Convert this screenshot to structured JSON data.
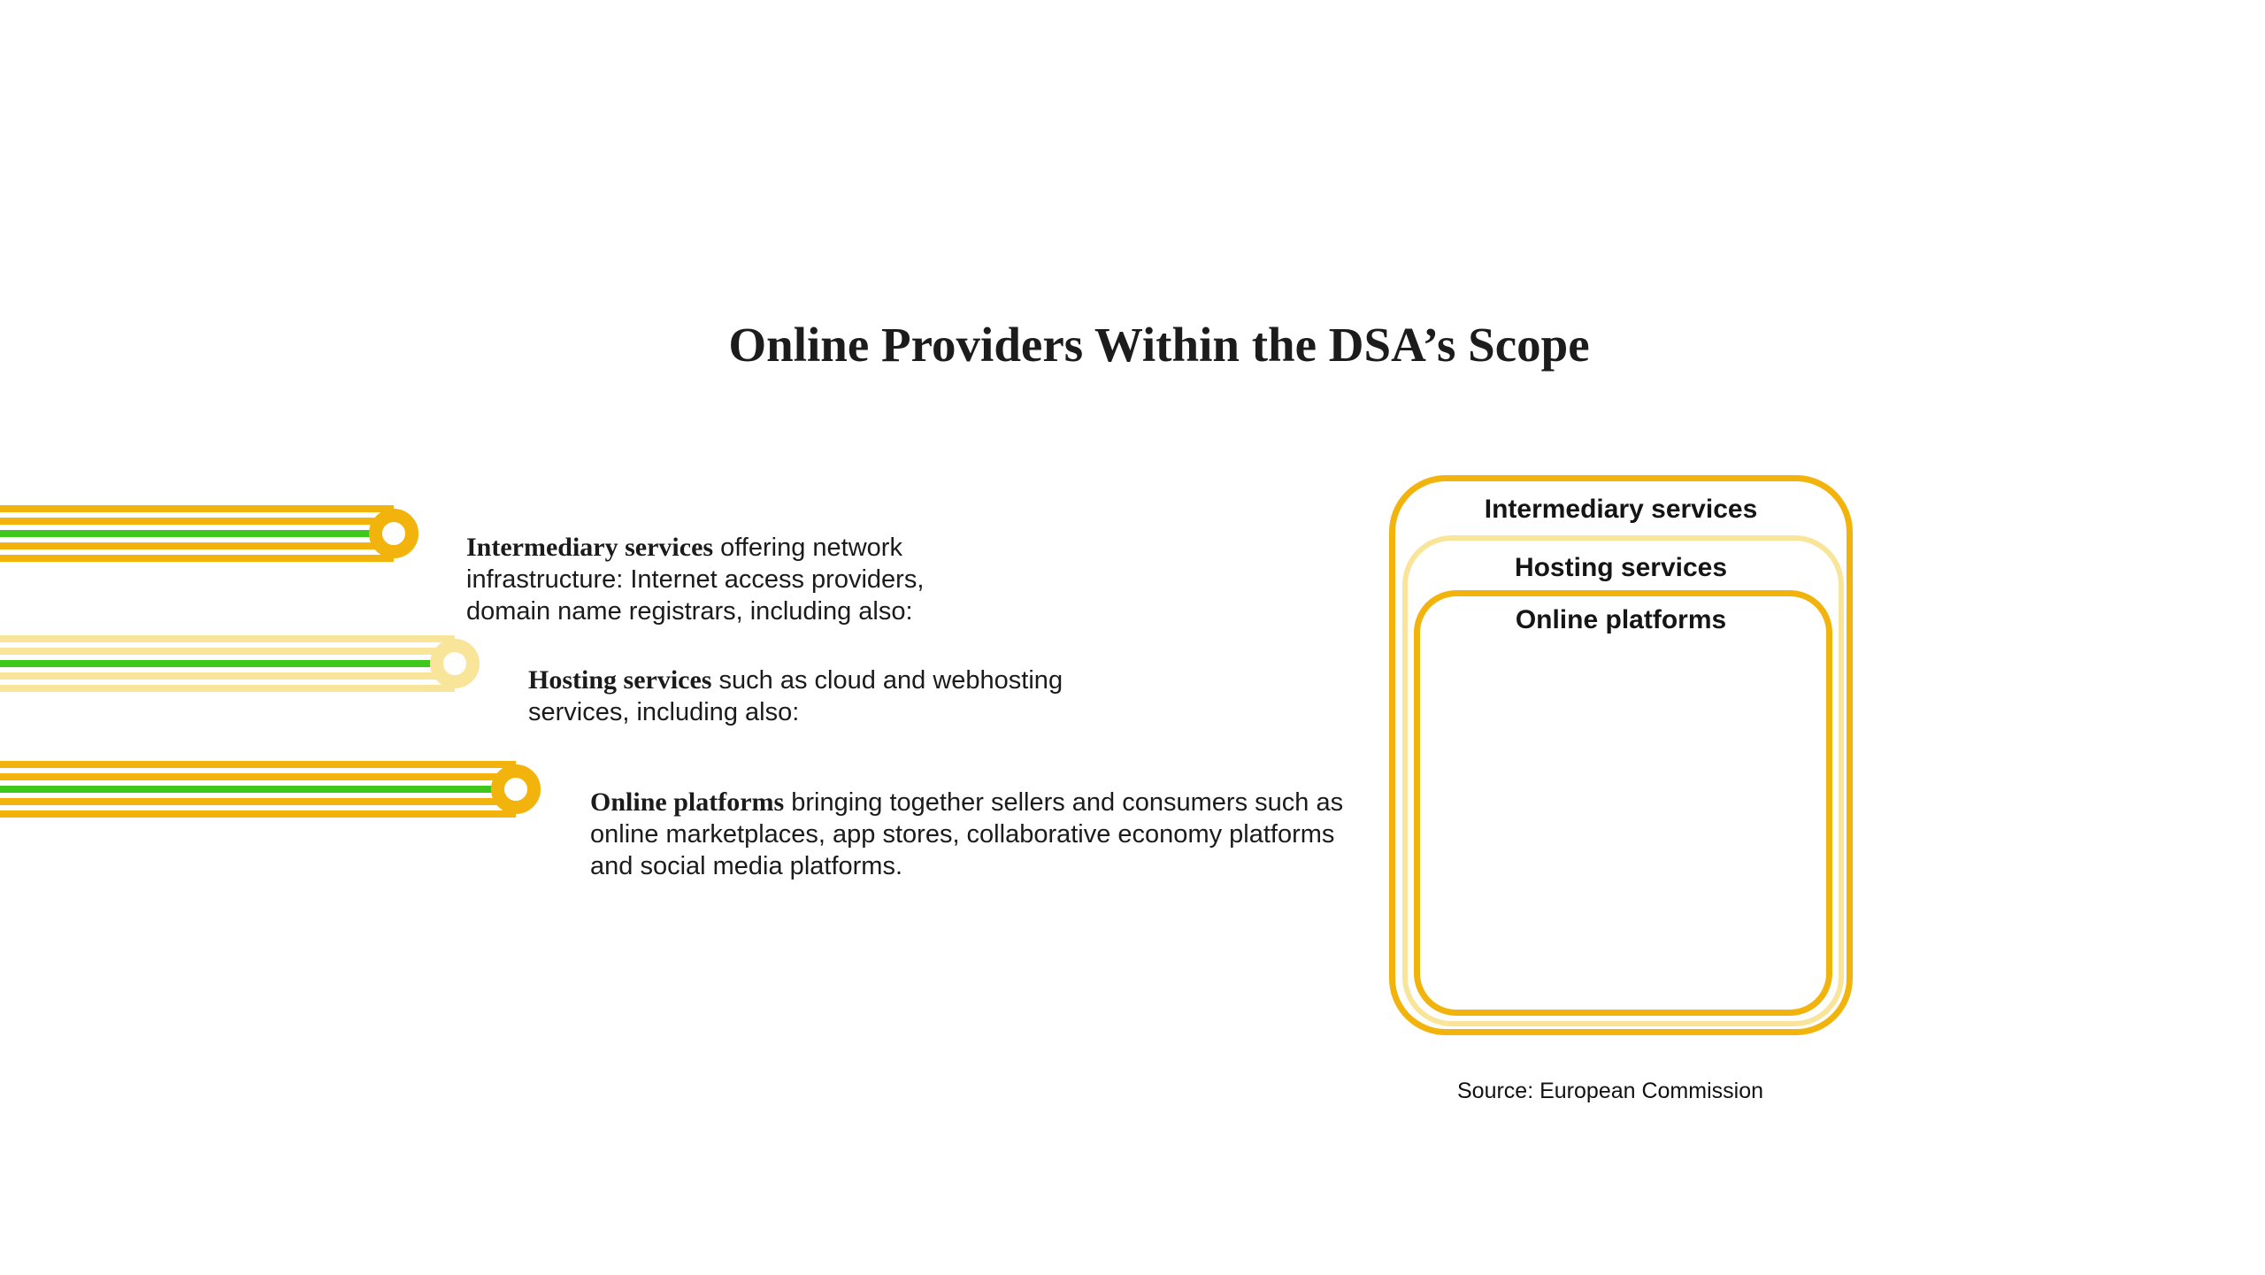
{
  "title": "Online Providers Within the DSA’s Scope",
  "colors": {
    "gold": "#f3b30d",
    "pale_yellow": "#f8e59a",
    "green": "#3fc81c",
    "text": "#1b1b1b"
  },
  "items": [
    {
      "lead": "Intermediary services",
      "text": " offering network infrastructure: Internet access providers, domain name registrars, including also:"
    },
    {
      "lead": "Hosting services",
      "text": " such as cloud and webhosting services, including also:"
    },
    {
      "lead": "Online platforms",
      "text": " bringing together sellers and consumers such as online marketplaces, app stores, collaborative economy platforms and social media platforms."
    }
  ],
  "decorations": [
    {
      "stripes": [
        "gold",
        "gold",
        "green",
        "gold",
        "gold"
      ],
      "ring": "gold"
    },
    {
      "stripes": [
        "pale_yellow",
        "pale_yellow",
        "green",
        "pale_yellow",
        "pale_yellow"
      ],
      "ring": "pale_yellow"
    },
    {
      "stripes": [
        "gold",
        "gold",
        "green",
        "gold",
        "gold"
      ],
      "ring": "gold"
    }
  ],
  "diagram": {
    "labels": [
      "Intermediary services",
      "Hosting services",
      "Online platforms"
    ],
    "source": "Source: European Commission"
  }
}
